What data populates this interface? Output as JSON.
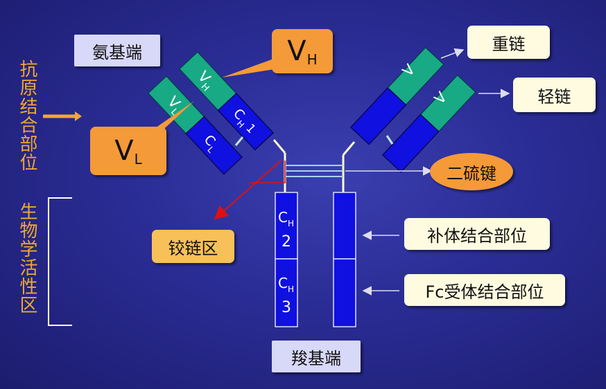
{
  "labels": {
    "amino_end": "氨基端",
    "carboxyl_end": "羧基端",
    "heavy_chain": "重链",
    "light_chain": "轻链",
    "disulfide_bond": "二硫键",
    "hinge_region": "铰链区",
    "complement_binding_site": "补体结合部位",
    "fc_receptor_binding_site": "Fc受体结合部位",
    "antigen_binding_site": "抗原结合部位",
    "biological_activity_region": "生物学活性区"
  },
  "domains": {
    "vh": "V",
    "vh_sub": "H",
    "vl": "V",
    "vl_sub": "L",
    "ch1_main": "C",
    "ch1_sub": "H",
    "ch1_num": "1",
    "cl_main": "C",
    "cl_sub": "L",
    "ch2_main": "C",
    "ch2_sub": "H",
    "ch2_num": "2",
    "ch3_main": "C",
    "ch3_sub": "H",
    "ch3_num": "3",
    "right_heavy_v": "V",
    "right_light_v": "V"
  },
  "callouts": {
    "vh_main": "V",
    "vh_sub": "H",
    "vl_main": "V",
    "vl_sub": "L"
  },
  "colors": {
    "variable_domain": "#18aa84",
    "constant_domain": "#1010e0",
    "label_text": "#f0a830",
    "hinge_arrow": "#e01010",
    "disulfide": "#a8d4f0"
  }
}
